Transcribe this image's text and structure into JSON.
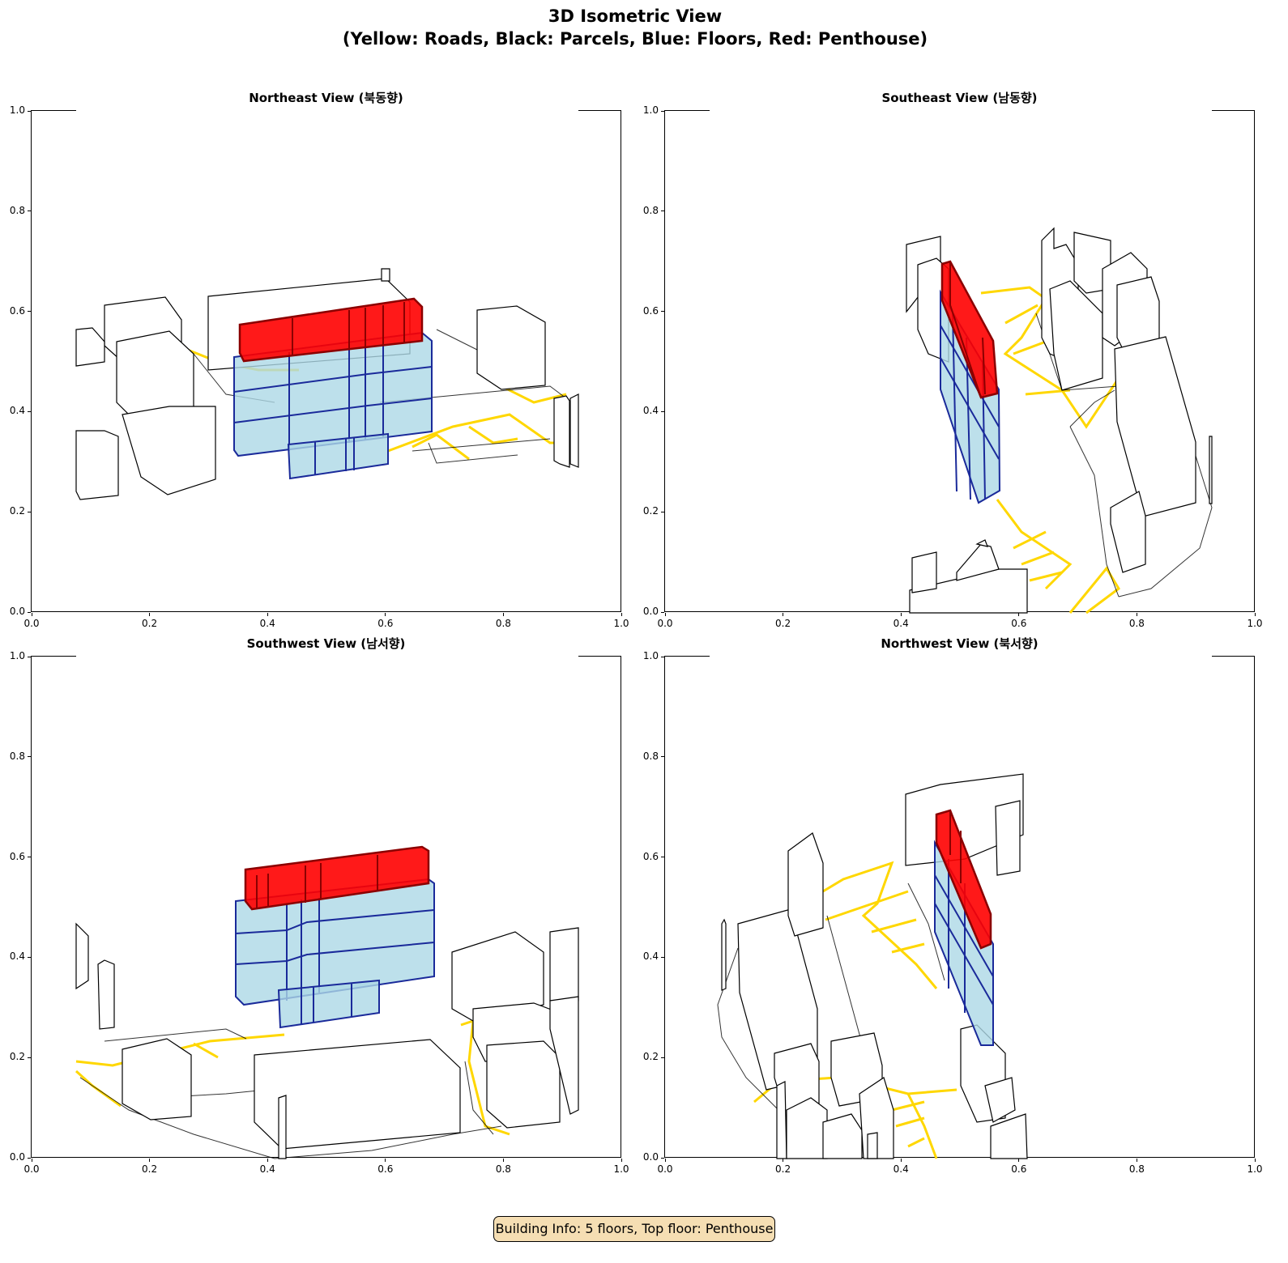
{
  "figure": {
    "title_line1": "3D Isometric View",
    "title_line2": "(Yellow: Roads, Black: Parcels, Blue: Floors, Red: Penthouse)"
  },
  "colors": {
    "roads": "#ffd700",
    "parcels": "#000000",
    "floors": "#add8e6",
    "penthouse": "#ff0000",
    "info_bg": "#f5deb3"
  },
  "axis_ticks": [
    "0.0",
    "0.2",
    "0.4",
    "0.6",
    "0.8",
    "1.0"
  ],
  "tick_values": [
    0,
    0.2,
    0.4,
    0.6,
    0.8,
    1.0
  ],
  "panels": [
    {
      "title": "Northeast View (북동향)"
    },
    {
      "title": "Southeast View (남동향)"
    },
    {
      "title": "Southwest View (남서향)"
    },
    {
      "title": "Northwest View (북서향)"
    }
  ],
  "info": {
    "text": "Building Info: 5 floors, Top floor: Penthouse"
  }
}
